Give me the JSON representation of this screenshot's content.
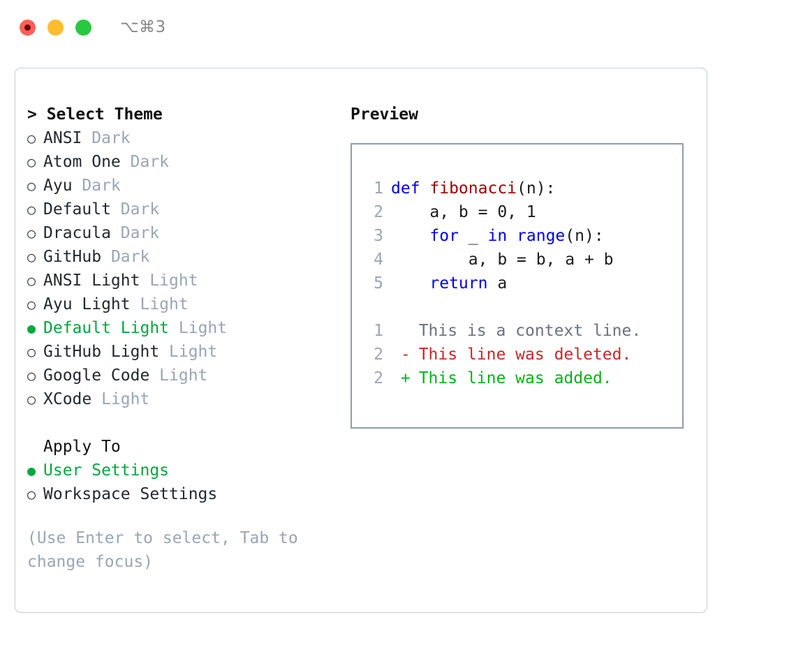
{
  "titlebar": {
    "shortcut": "⌥⌘3",
    "buttons": [
      {
        "name": "close",
        "color": "#ff5f56"
      },
      {
        "name": "minimize",
        "color": "#ffbd2e"
      },
      {
        "name": "maximize",
        "color": "#27c93f"
      }
    ]
  },
  "theme_list": {
    "header": "> Select Theme",
    "selected_marker": "●",
    "unselected_marker": "○",
    "items": [
      {
        "name": "ANSI",
        "category": "Dark",
        "selected": false
      },
      {
        "name": "Atom One",
        "category": "Dark",
        "selected": false
      },
      {
        "name": "Ayu",
        "category": "Dark",
        "selected": false
      },
      {
        "name": "Default",
        "category": "Dark",
        "selected": false
      },
      {
        "name": "Dracula",
        "category": "Dark",
        "selected": false
      },
      {
        "name": "GitHub",
        "category": "Dark",
        "selected": false
      },
      {
        "name": "ANSI Light",
        "category": "Light",
        "selected": false
      },
      {
        "name": "Ayu Light",
        "category": "Light",
        "selected": false
      },
      {
        "name": "Default Light",
        "category": "Light",
        "selected": true
      },
      {
        "name": "GitHub Light",
        "category": "Light",
        "selected": false
      },
      {
        "name": "Google Code",
        "category": "Light",
        "selected": false
      },
      {
        "name": "XCode",
        "category": "Light",
        "selected": false
      }
    ]
  },
  "apply_to": {
    "header": "Apply To",
    "items": [
      {
        "name": "User Settings",
        "selected": true
      },
      {
        "name": "Workspace Settings",
        "selected": false
      }
    ]
  },
  "hint": "(Use Enter to select, Tab to change focus)",
  "preview": {
    "title": "Preview",
    "code": [
      {
        "lineno": "1",
        "tokens": [
          {
            "text": "def ",
            "kind": "kw"
          },
          {
            "text": "fibonacci",
            "kind": "fn"
          },
          {
            "text": "(n):",
            "kind": "txt"
          }
        ]
      },
      {
        "lineno": "2",
        "tokens": [
          {
            "text": "    a, b = 0, 1",
            "kind": "txt"
          }
        ]
      },
      {
        "lineno": "3",
        "tokens": [
          {
            "text": "    ",
            "kind": "txt"
          },
          {
            "text": "for",
            "kind": "kw"
          },
          {
            "text": " _ ",
            "kind": "txt"
          },
          {
            "text": "in",
            "kind": "kw"
          },
          {
            "text": " ",
            "kind": "txt"
          },
          {
            "text": "range",
            "kind": "bi"
          },
          {
            "text": "(n):",
            "kind": "txt"
          }
        ]
      },
      {
        "lineno": "4",
        "tokens": [
          {
            "text": "        a, b = b, a + b",
            "kind": "txt"
          }
        ]
      },
      {
        "lineno": "5",
        "tokens": [
          {
            "text": "    ",
            "kind": "txt"
          },
          {
            "text": "return",
            "kind": "kw"
          },
          {
            "text": " a",
            "kind": "txt"
          }
        ]
      }
    ],
    "diff": [
      {
        "lineno": "1",
        "sign": " ",
        "text": "This is a context line.",
        "kind": "context"
      },
      {
        "lineno": "2",
        "sign": "-",
        "text": "This line was deleted.",
        "kind": "deleted"
      },
      {
        "lineno": "2",
        "sign": "+",
        "text": "This line was added.",
        "kind": "added"
      }
    ]
  },
  "colors": {
    "accent_green": "#02a83c",
    "muted": "#9aa5b4",
    "keyword": "#0000e6",
    "function": "#a00000",
    "diff_added": "#00b512",
    "diff_deleted": "#c62828",
    "panel_border": "#c4cbd6",
    "preview_border": "#8e9cad"
  }
}
